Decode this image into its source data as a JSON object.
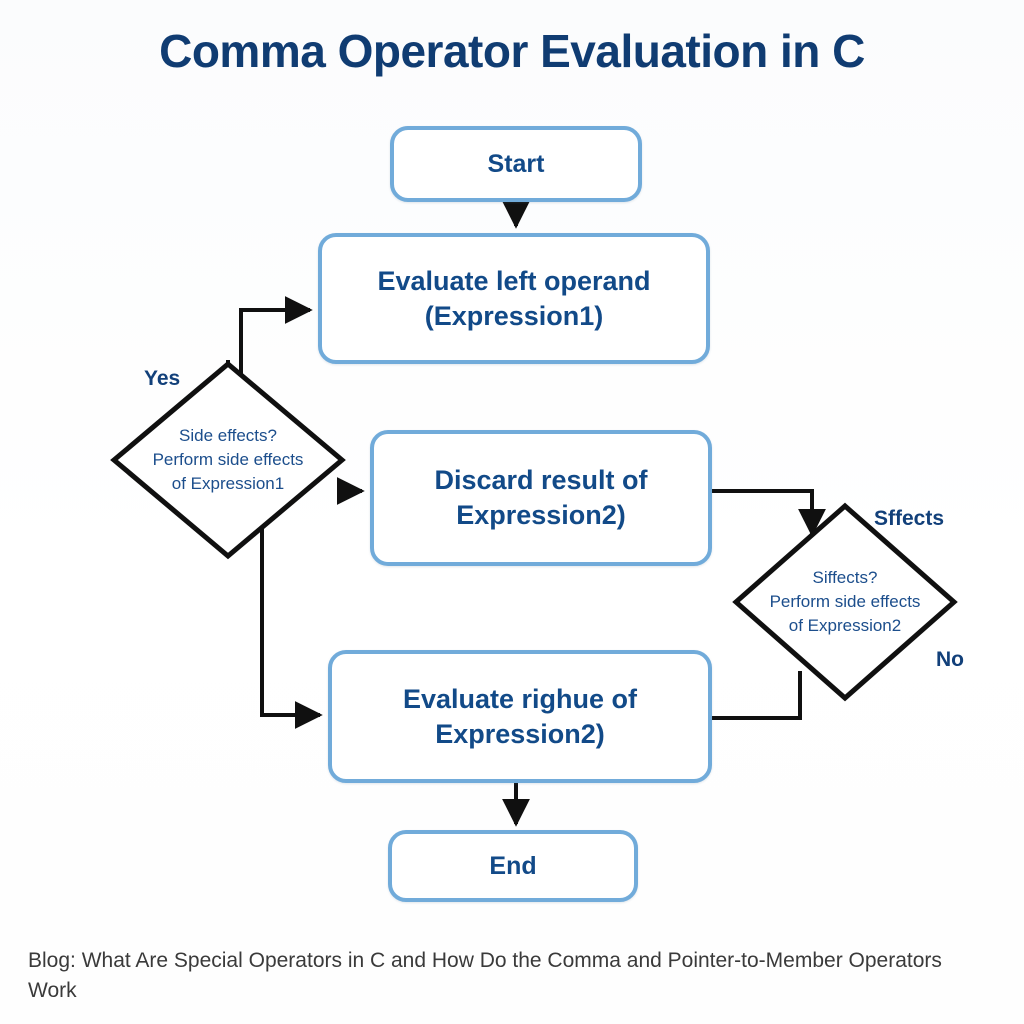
{
  "page": {
    "title": "Comma Operator Evaluation in C",
    "background_color": "#fdfdfe"
  },
  "theme": {
    "title_color": "#103C72",
    "box_border_color": "#71ABDA",
    "box_fill_color": "#ffffff",
    "box_text_color": "#124A88",
    "diamond_border_color": "#101010",
    "diamond_text_color": "#1C4E8C",
    "edge_color": "#101010",
    "caption_color": "#3a3a3a"
  },
  "flowchart": {
    "nodes": {
      "start": {
        "label": "Start",
        "shape": "rounded-rectangle"
      },
      "evaluate_left": {
        "label": "Evaluate left operand\n(Expression1)",
        "shape": "rounded-rectangle"
      },
      "discard_result": {
        "label": "Discard result of\nExpression2)",
        "shape": "rounded-rectangle"
      },
      "evaluate_right": {
        "label": "Evaluate righue of\nExpression2)",
        "shape": "rounded-rectangle"
      },
      "end": {
        "label": "End",
        "shape": "rounded-rectangle"
      },
      "decision_left": {
        "label": "Side effects?\nPerform side effects\nof Expression1",
        "shape": "diamond"
      },
      "decision_right": {
        "label": "Siffects?\nPerform side effects\nof Expression2",
        "shape": "diamond"
      }
    },
    "edge_labels": {
      "yes": "Yes",
      "sffects": "Sffects",
      "no": "No"
    }
  },
  "caption": {
    "text": "Blog: What Are Special Operators in C and How Do the Comma and Pointer-to-Member Operators Work"
  }
}
